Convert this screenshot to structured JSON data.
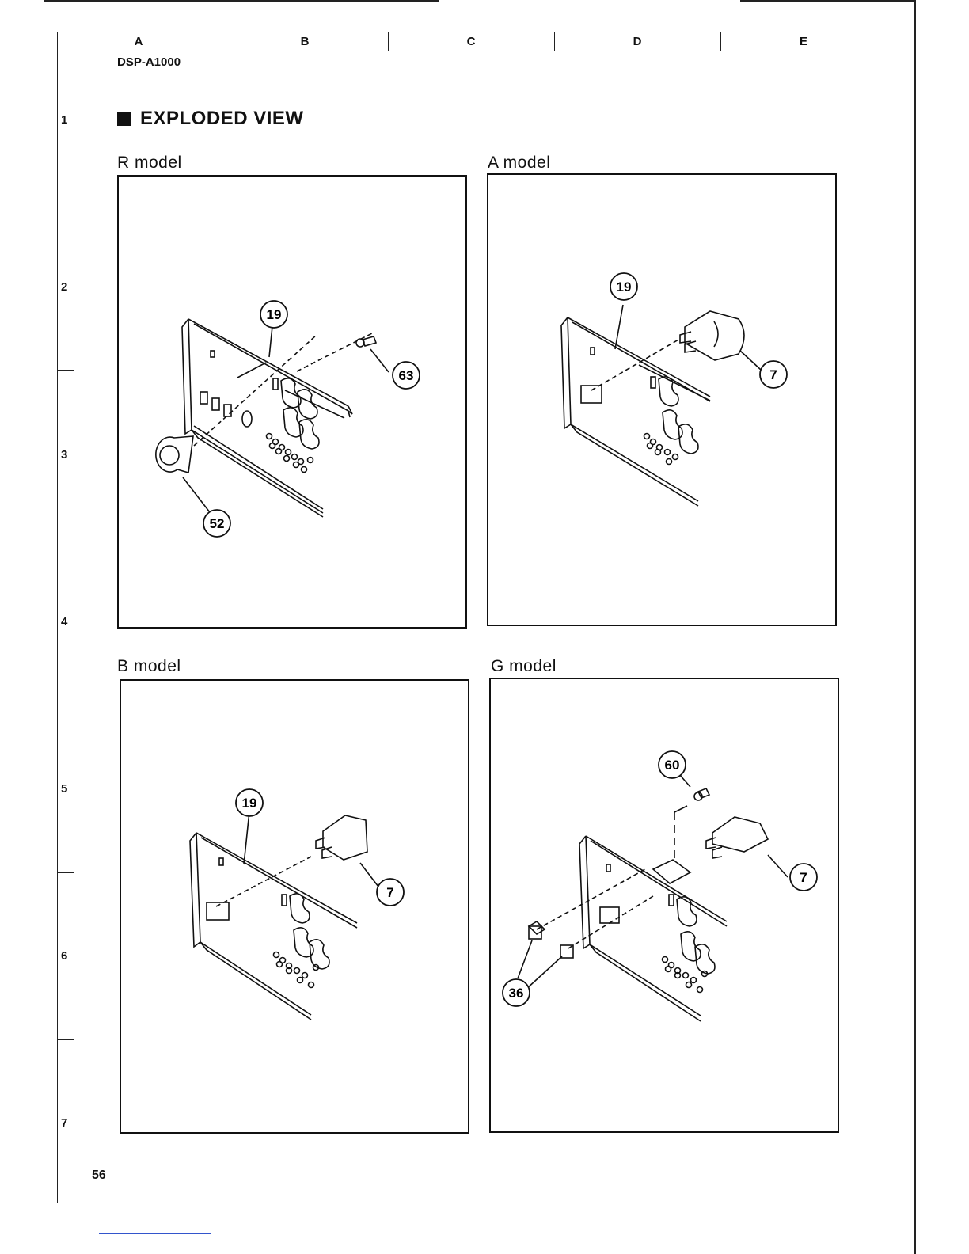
{
  "header": {
    "columns": [
      "A",
      "B",
      "C",
      "D",
      "E"
    ],
    "rows": [
      "1",
      "2",
      "3",
      "4",
      "5",
      "6",
      "7"
    ],
    "doc_id": "DSP-A1000"
  },
  "section_title": "EXPLODED VIEW",
  "panels": [
    {
      "label": "R model",
      "callouts": [
        "19",
        "63",
        "52"
      ]
    },
    {
      "label": "A model",
      "callouts": [
        "19",
        "7"
      ]
    },
    {
      "label": "B model",
      "callouts": [
        "19",
        "7"
      ]
    },
    {
      "label": "G model",
      "callouts": [
        "60",
        "7",
        "36"
      ]
    }
  ],
  "page_number": "56"
}
